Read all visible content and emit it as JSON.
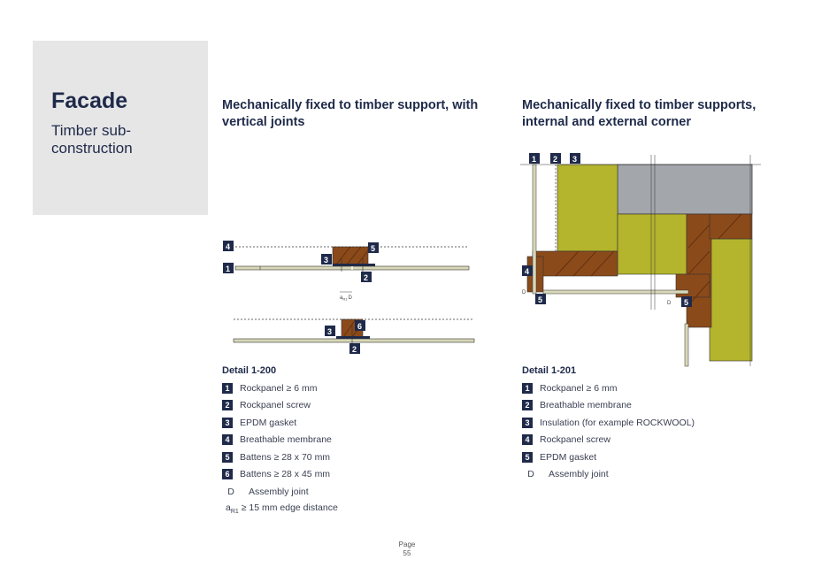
{
  "sidebar": {
    "title": "Facade",
    "subtitle": "Timber sub-construction"
  },
  "left": {
    "title": "Mechanically fixed to timber support, with vertical joints",
    "detail_title": "Detail 1-200",
    "legend": [
      {
        "num": "1",
        "text": "Rockpanel ≥ 6 mm"
      },
      {
        "num": "2",
        "text": "Rockpanel screw"
      },
      {
        "num": "3",
        "text": "EPDM gasket"
      },
      {
        "num": "4",
        "text": "Breathable membrane"
      },
      {
        "num": "5",
        "text": "Battens ≥ 28 x 70 mm"
      },
      {
        "num": "6",
        "text": "Battens ≥ 28 x 45 mm"
      }
    ],
    "symbol_d": "D",
    "symbol_d_text": "Assembly joint",
    "edge_main": "a",
    "edge_sub": "R1",
    "edge_text": "≥ 15 mm edge distance",
    "diagram_labels": {
      "aR1": "a",
      "aR1_sub": "R1",
      "d": "D"
    }
  },
  "right": {
    "title": "Mechanically fixed to timber supports, internal and external corner",
    "detail_title": "Detail 1-201",
    "legend": [
      {
        "num": "1",
        "text": "Rockpanel ≥ 6 mm"
      },
      {
        "num": "2",
        "text": "Breathable membrane"
      },
      {
        "num": "3",
        "text": "Insulation (for example ROCKWOOL)"
      },
      {
        "num": "4",
        "text": "Rockpanel screw"
      },
      {
        "num": "5",
        "text": "EPDM gasket"
      }
    ],
    "symbol_d": "D",
    "symbol_d_text": "Assembly joint",
    "diagram_labels": {
      "d": "D"
    }
  },
  "page": {
    "label": "Page",
    "number": "55"
  },
  "colors": {
    "navy": "#1f2a4a",
    "sidebar_bg": "#e6e6e6",
    "timber": "#8b4a1a",
    "insulation": "#b4b42d",
    "concrete": "#a3a6aa",
    "panel": "#d8d8b8"
  }
}
